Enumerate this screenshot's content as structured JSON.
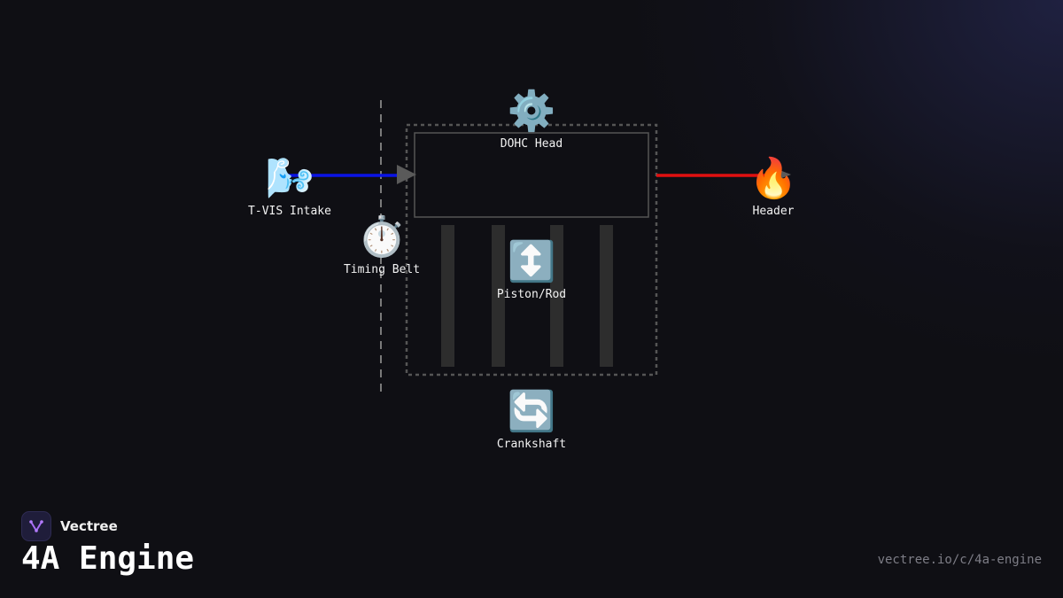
{
  "diagram": {
    "nodes": {
      "dohc_head": {
        "icon": "gear-icon",
        "glyph": "⚙️",
        "label": "DOHC Head"
      },
      "tvis_intake": {
        "icon": "wind-icon",
        "glyph": "🌬️",
        "label": "T-VIS Intake"
      },
      "timing_belt": {
        "icon": "stopwatch-icon",
        "glyph": "⏱️",
        "label": "Timing Belt"
      },
      "piston_rod": {
        "icon": "up-down-arrow-icon",
        "glyph": "↕️",
        "label": "Piston/Rod"
      },
      "header": {
        "icon": "fire-icon",
        "glyph": "🔥",
        "label": "Header"
      },
      "crankshaft": {
        "icon": "cycle-arrows-icon",
        "glyph": "🔄",
        "label": "Crankshaft"
      }
    },
    "colors": {
      "intake_flow": "#0a14e6",
      "exhaust_flow": "#e01010",
      "cylinder": "#2d2d2d",
      "outline": "#555555"
    }
  },
  "footer": {
    "brand": "Vectree",
    "title": "4A Engine",
    "url": "vectree.io/c/4a-engine"
  }
}
